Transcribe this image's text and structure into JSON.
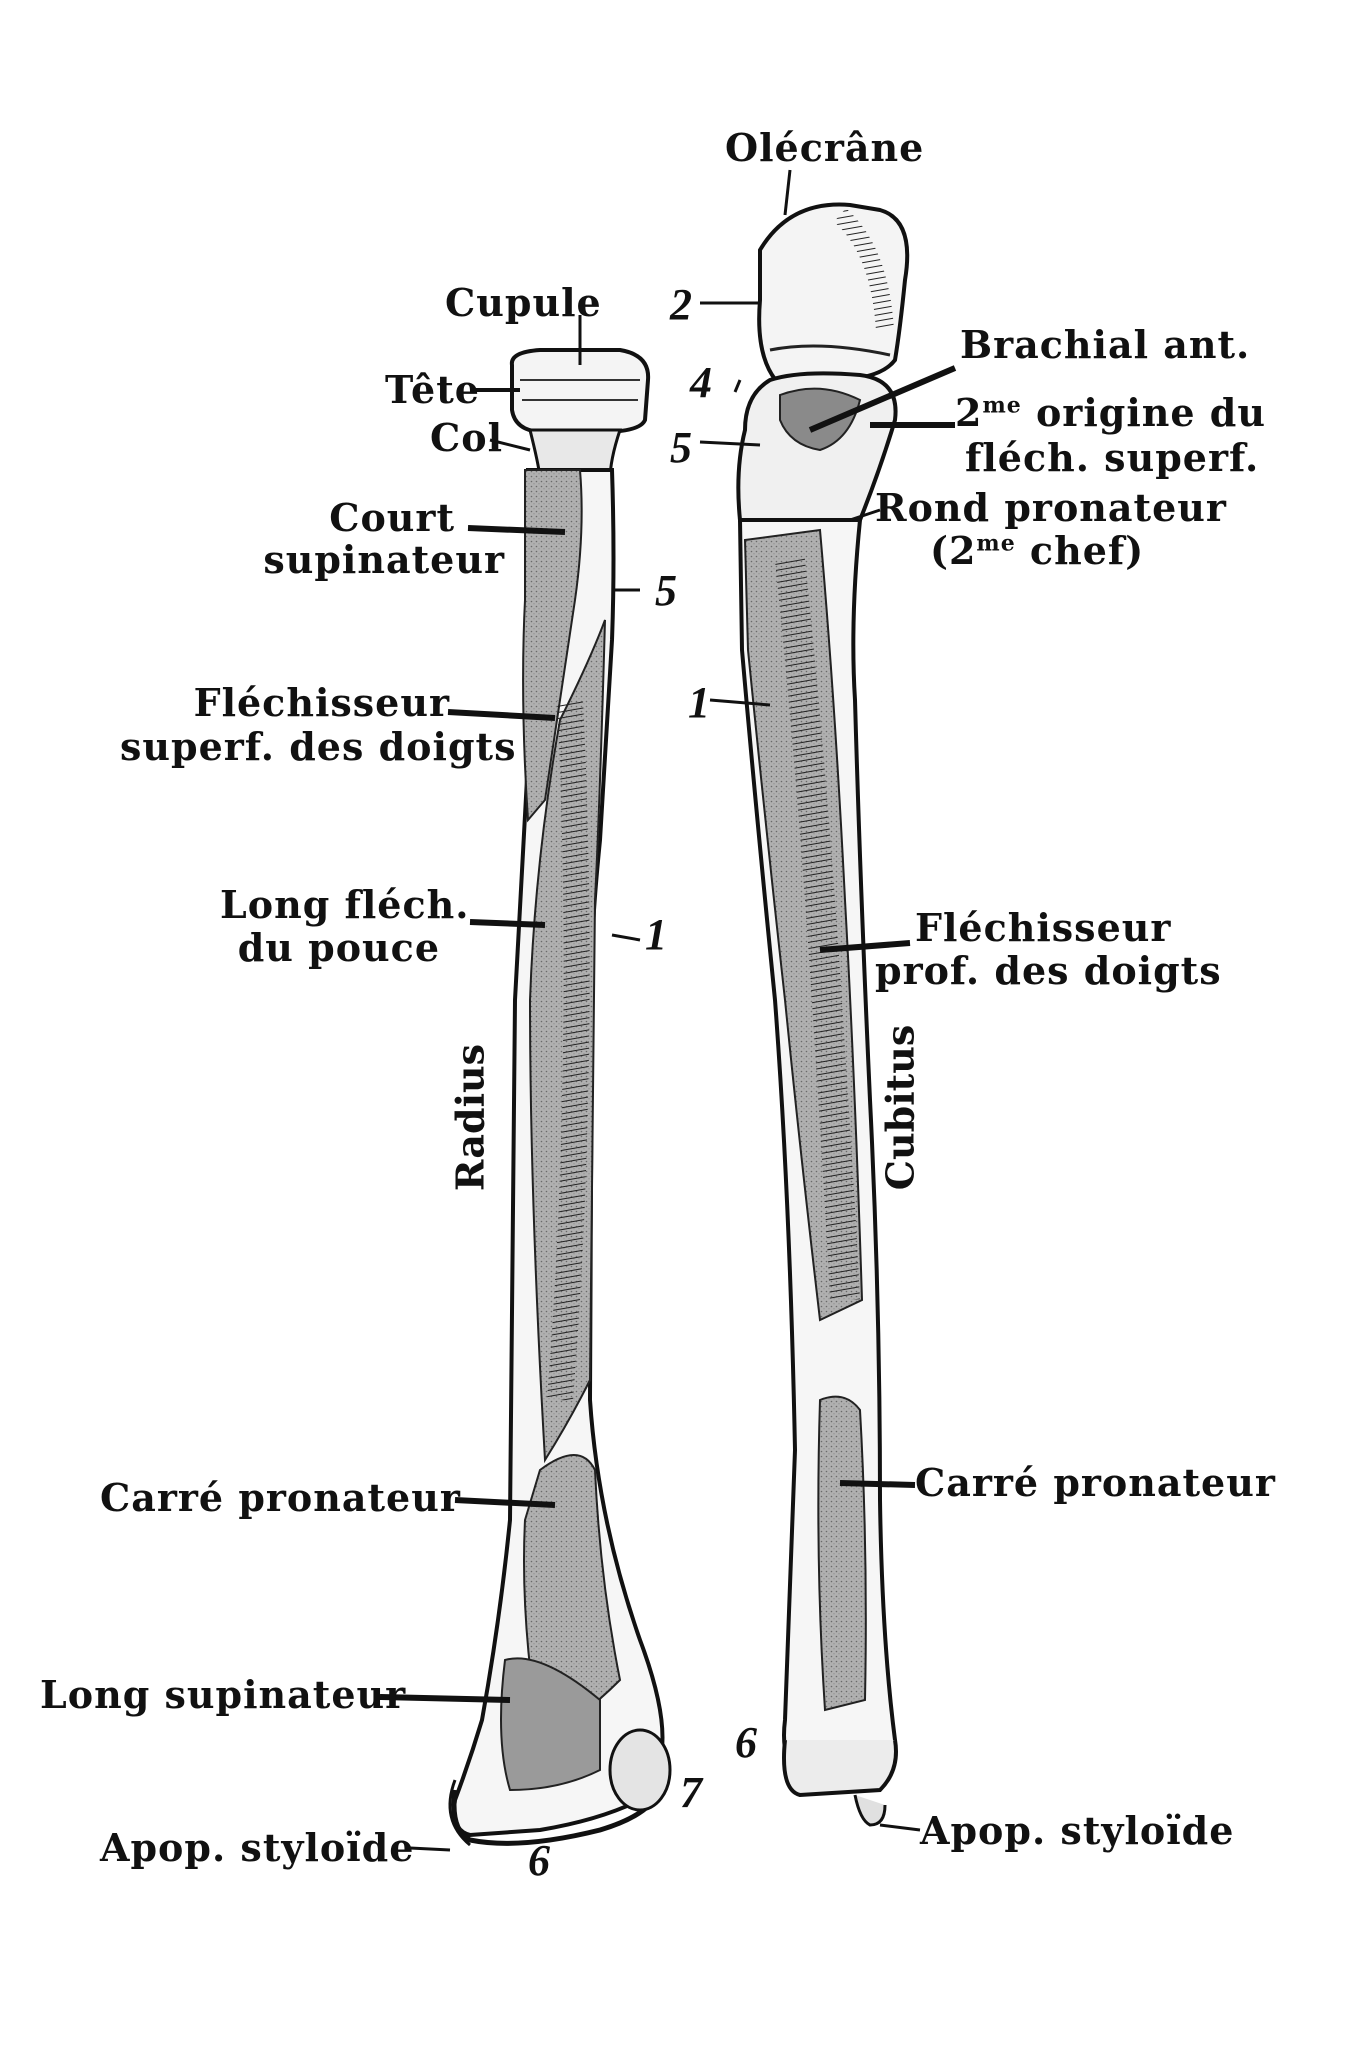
{
  "labels": {
    "olecrane": "Olécrâne",
    "cupule": "Cupule",
    "tete": "Tête",
    "col": "Col",
    "court_supinateur_1": "Court",
    "court_supinateur_2": "supinateur",
    "flechisseur_superf_1": "Fléchisseur",
    "flechisseur_superf_2": "superf. des doigts",
    "long_flech_pouce_1": "Long fléch.",
    "long_flech_pouce_2": "du pouce",
    "radius": "Radius",
    "carre_pronateur_left": "Carré pronateur",
    "long_supinateur": "Long supinateur",
    "apop_styloide_left": "Apop. styloïde",
    "brachial_ant": "Brachial ant.",
    "second_origine_sup": "me",
    "second_origine_num": "2",
    "second_origine_text": " origine du",
    "flech_superf": "fléch. superf.",
    "rond_pronateur": "Rond pronateur",
    "second_chef_open": "(2",
    "second_chef_sup": "me",
    "second_chef_text": " chef)",
    "flechisseur_prof_1": "Fléchisseur",
    "flechisseur_prof_2": "prof. des doigts",
    "cubitus": "Cubitus",
    "carre_pronateur_right": "Carré pronateur",
    "apop_styloide_right": "Apop. styloïde"
  },
  "numbers": {
    "n2": "2",
    "n4": "4",
    "n5_top": "5",
    "n5_radius": "5",
    "n1_ulna": "1",
    "n1_radius": "1",
    "n6_ulna": "6",
    "n7": "7",
    "n6_radius": "6"
  },
  "colors": {
    "ink": "#111111",
    "muscle_gray": "#a8a8a8",
    "bone_white": "#f4f4f4",
    "dark_shadow": "#2a2a2a"
  }
}
